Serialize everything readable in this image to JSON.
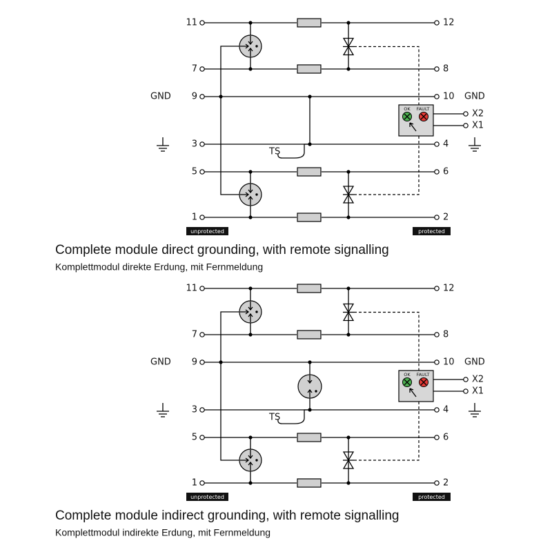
{
  "colors": {
    "resistor": "#d0d0d0",
    "gas_tube": "#d0d0d0",
    "signal_box": "#d7d7d7",
    "led_ok": "#4caf50",
    "led_fault": "#e53935",
    "tag_bg": "#111111"
  },
  "diagrams": [
    {
      "title": "Complete module direct grounding, with remote signalling",
      "subtitle": "Komplettmodul direkte Erdung, mit Fernmeldung",
      "variant": "direct",
      "left_pins": [
        "11",
        "7",
        "9",
        "3",
        "5",
        "1"
      ],
      "right_pins": [
        "12",
        "8",
        "10",
        "4",
        "6",
        "2"
      ],
      "gnd_left": "GND",
      "gnd_right": "GND",
      "ts_label": "TS",
      "led_ok": "OK",
      "led_fault": "FAULT",
      "x2": "X2",
      "x1": "X1",
      "tag_unprotected": "unprotected",
      "tag_protected": "protected"
    },
    {
      "title": "Complete module indirect grounding, with remote signalling",
      "subtitle": "Komplettmodul indirekte Erdung, mit Fernmeldung",
      "variant": "indirect",
      "left_pins": [
        "11",
        "7",
        "9",
        "3",
        "5",
        "1"
      ],
      "right_pins": [
        "12",
        "8",
        "10",
        "4",
        "6",
        "2"
      ],
      "gnd_left": "GND",
      "gnd_right": "GND",
      "ts_label": "TS",
      "led_ok": "OK",
      "led_fault": "FAULT",
      "x2": "X2",
      "x1": "X1",
      "tag_unprotected": "unprotected",
      "tag_protected": "protected"
    }
  ]
}
